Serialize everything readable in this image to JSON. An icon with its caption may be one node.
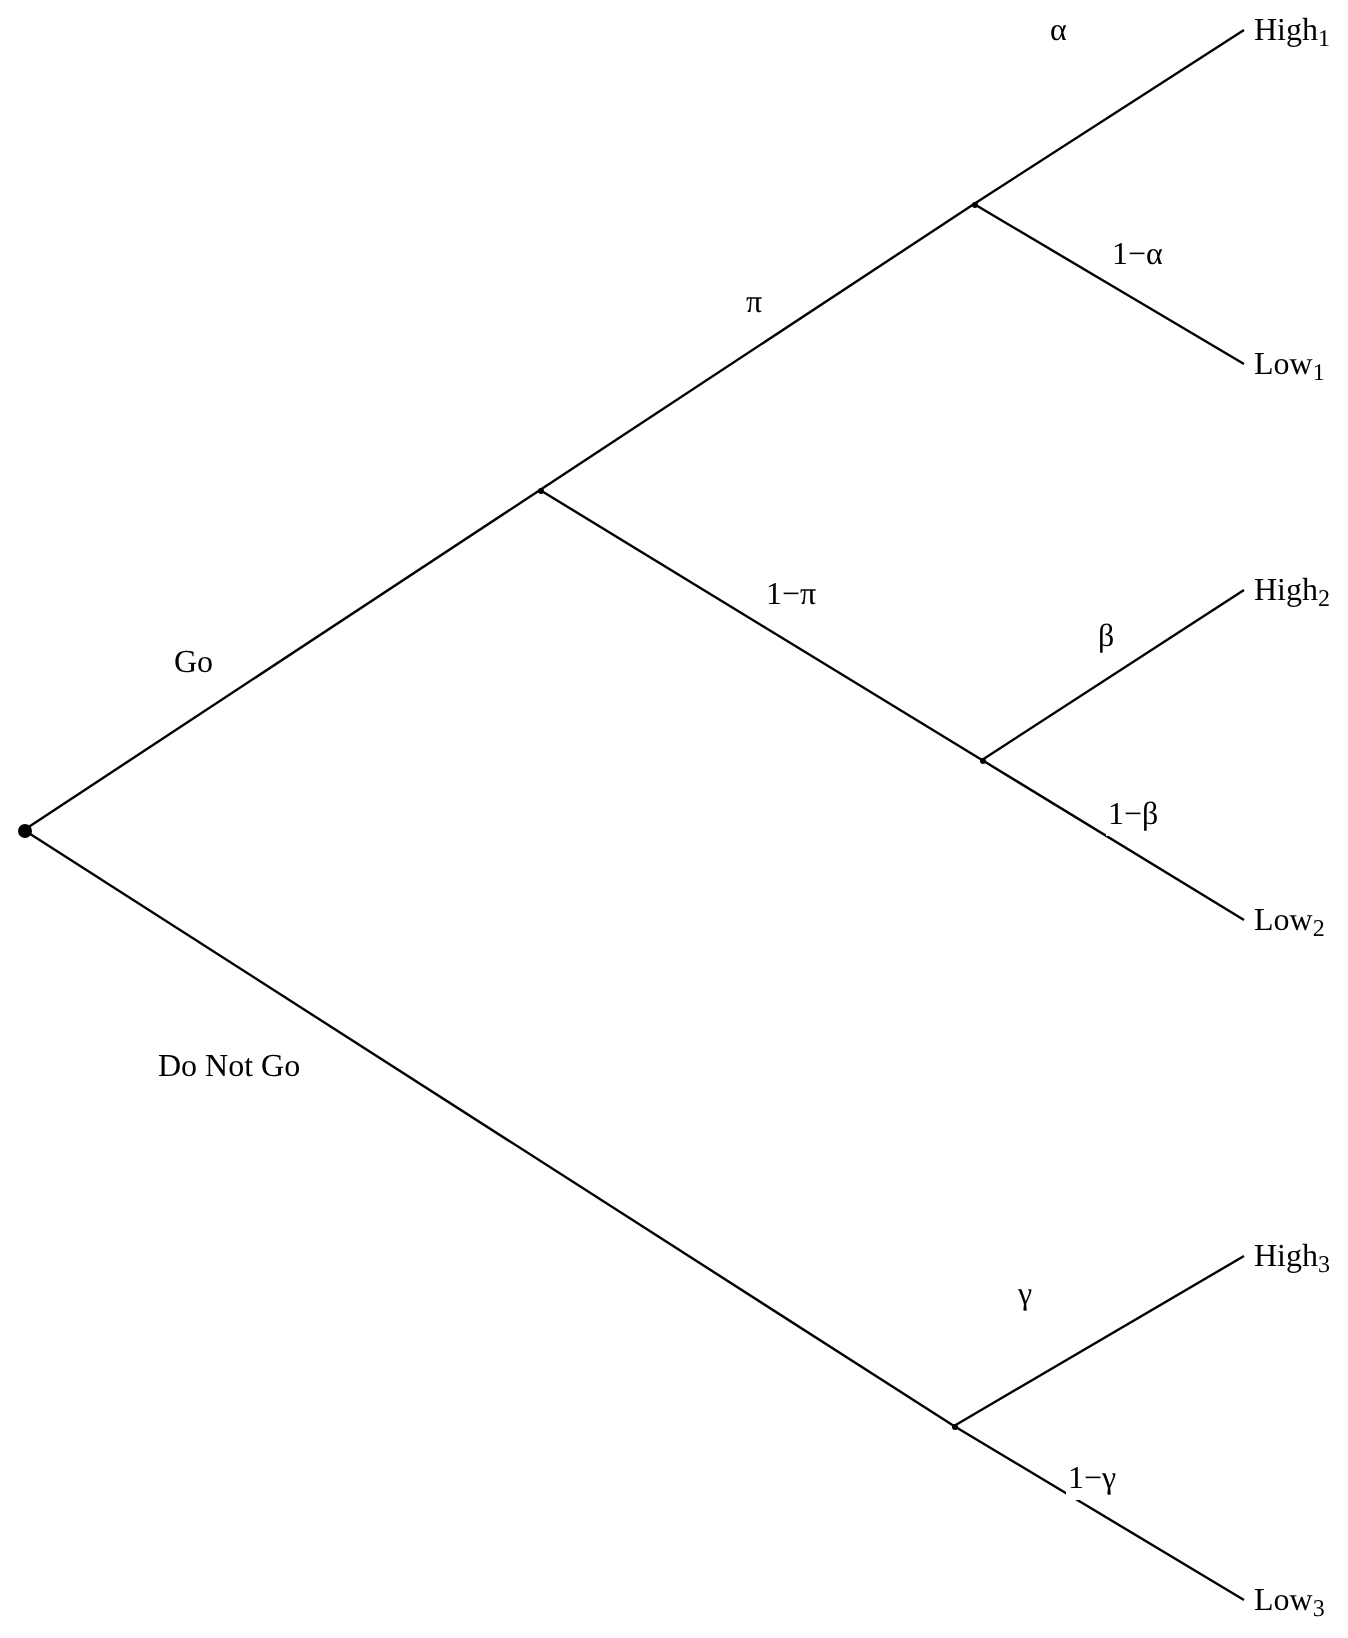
{
  "diagram": {
    "nodes": [
      {
        "text": [],
        "shape": "circle"
      },
      {
        "text": [],
        "shape": "point"
      },
      {
        "text": [],
        "shape": "point"
      },
      {
        "text": [
          "High$_{1}$"
        ]
      },
      {
        "text": [
          "Low$_{1}$"
        ]
      },
      {
        "text": [],
        "shape": "point"
      },
      {
        "text": [
          "High$_{2}$"
        ]
      },
      {
        "text": [
          "Low$_{2}$"
        ]
      },
      {
        "text": [],
        "shape": "point"
      },
      {
        "text": [
          "High$_{3}$"
        ]
      },
      {
        "text": [
          "Low$_{3}$"
        ]
      }
    ],
    "edges": [
      {
        "from": 0,
        "to": 1,
        "arrow": "none",
        "label": "Go"
      },
      {
        "from": 1,
        "to": 2,
        "arrow": "none",
        "label": "π"
      },
      {
        "from": 2,
        "to": 3,
        "arrow": "none",
        "label": "α"
      },
      {
        "from": 2,
        "to": 4,
        "arrow": "none",
        "label": "1−α"
      },
      {
        "from": 1,
        "to": 5,
        "arrow": "none",
        "label": "1−π"
      },
      {
        "from": 5,
        "to": 6,
        "arrow": "none",
        "label": "β"
      },
      {
        "from": 5,
        "to": 7,
        "arrow": "none",
        "label": "1−β"
      },
      {
        "from": 0,
        "to": 8,
        "arrow": "none",
        "label": "Do Not Go"
      },
      {
        "from": 8,
        "to": 9,
        "arrow": "none",
        "label": "γ"
      },
      {
        "from": 8,
        "to": 10,
        "arrow": "none",
        "label": "1−γ"
      }
    ]
  }
}
